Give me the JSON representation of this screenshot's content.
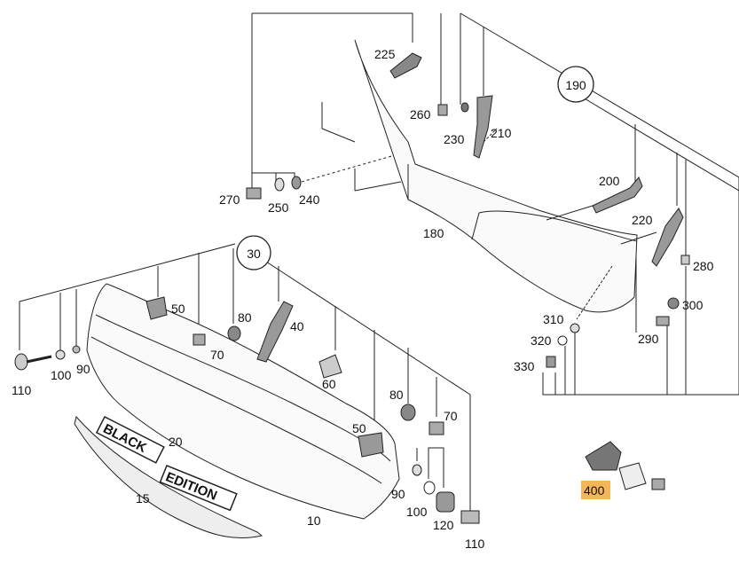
{
  "diagram": {
    "callouts": [
      {
        "id": "c190",
        "text": "190"
      },
      {
        "id": "c30",
        "text": "30"
      }
    ],
    "labels": [
      {
        "id": "l225",
        "text": "225"
      },
      {
        "id": "l260",
        "text": "260"
      },
      {
        "id": "l230",
        "text": "230"
      },
      {
        "id": "l210",
        "text": "210"
      },
      {
        "id": "l270",
        "text": "270"
      },
      {
        "id": "l250",
        "text": "250"
      },
      {
        "id": "l240",
        "text": "240"
      },
      {
        "id": "l180",
        "text": "180"
      },
      {
        "id": "l200",
        "text": "200"
      },
      {
        "id": "l220",
        "text": "220"
      },
      {
        "id": "l280",
        "text": "280"
      },
      {
        "id": "l300",
        "text": "300"
      },
      {
        "id": "l290",
        "text": "290"
      },
      {
        "id": "l310",
        "text": "310"
      },
      {
        "id": "l320",
        "text": "320"
      },
      {
        "id": "l330",
        "text": "330"
      },
      {
        "id": "l50a",
        "text": "50"
      },
      {
        "id": "l80a",
        "text": "80"
      },
      {
        "id": "l70a",
        "text": "70"
      },
      {
        "id": "l40",
        "text": "40"
      },
      {
        "id": "l110a",
        "text": "110"
      },
      {
        "id": "l100a",
        "text": "100"
      },
      {
        "id": "l90a",
        "text": "90"
      },
      {
        "id": "l60",
        "text": "60"
      },
      {
        "id": "l80b",
        "text": "80"
      },
      {
        "id": "l70b",
        "text": "70"
      },
      {
        "id": "l50b",
        "text": "50"
      },
      {
        "id": "l20",
        "text": "20"
      },
      {
        "id": "l15",
        "text": "15"
      },
      {
        "id": "l10",
        "text": "10"
      },
      {
        "id": "l90b",
        "text": "90"
      },
      {
        "id": "l100b",
        "text": "100"
      },
      {
        "id": "l120",
        "text": "120"
      },
      {
        "id": "l110b",
        "text": "110"
      }
    ],
    "highlighted_label": {
      "text": "400",
      "color": "#f5b65a"
    },
    "badge": {
      "line1": "BLACK",
      "line2": "EDITION"
    }
  }
}
